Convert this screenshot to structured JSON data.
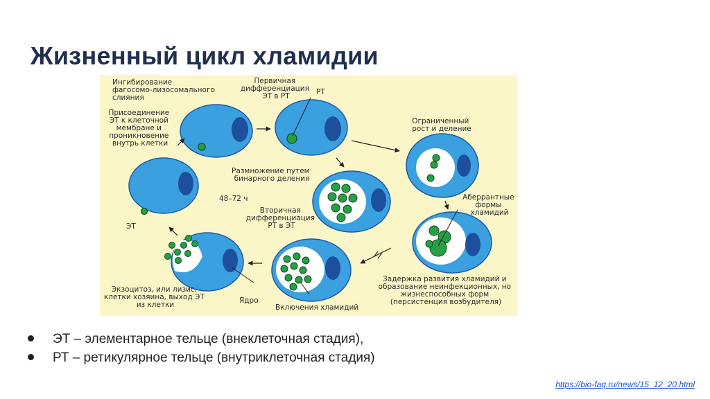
{
  "header": {
    "title": "Жизненный цикл хламидии"
  },
  "diagram": {
    "labels": {
      "inhibition": [
        "Ингибирование",
        "фагосомо-лизосомального",
        "слияния"
      ],
      "attachment": [
        "Присоединение",
        "ЭТ к клеточной",
        "мембране и",
        "проникновение",
        "внутрь клетки"
      ],
      "primary_diff": [
        "Первичная",
        "дифференциация",
        "ЭТ в РТ"
      ],
      "rt": "РТ",
      "limited_growth": [
        "Ограниченный",
        "рост и деление"
      ],
      "binary": [
        "Размножение путем",
        "бинарного деления"
      ],
      "hours": "48–72 ч",
      "et": "ЭТ",
      "aberrant": [
        "Аберрантные",
        "формы",
        "хламидий"
      ],
      "secondary_diff": [
        "Вторичная",
        "дифференциация",
        "РТ в ЭТ"
      ],
      "delay": [
        "Задержка развития хламидий и",
        "образование неинфекционных, но",
        "жизнеспособных форм",
        "(персистенция возбудителя)"
      ],
      "exocytosis": [
        "Экзоцитоз, или лизис,",
        "клетки хозяина, выход ЭТ",
        "из клетки"
      ],
      "nucleus": "Ядро",
      "inclusions": "Включения хламидий"
    }
  },
  "bullets": [
    "ЭТ – элементарное тельце (внеклеточная стадия),",
    "РТ – ретикулярное тельце (внутриклеточная стадия)"
  ],
  "footer": {
    "source_link": "https://bio-faq.ru/news/15_12_20.html"
  },
  "colors": {
    "title": "#1f2f4e",
    "diagram_bg": "#fbf6c8",
    "cell_fill": "#3aa0e0",
    "nucleus_fill": "#1e4f9c",
    "body_fill": "#26a046",
    "vacuole_fill": "#ffffff"
  }
}
